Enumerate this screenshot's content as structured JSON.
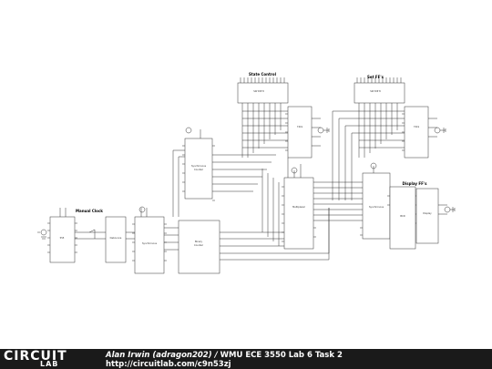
{
  "labels": {
    "manual_clock": "Manual Clock",
    "state_control": "State Control",
    "set_ff": "Set FF's",
    "display_ff": "Display FF's"
  },
  "footer": {
    "logo_text": "CIRCUIT",
    "logo_sub": "LAB",
    "author": "Alan Irwin (adragon202)",
    "separator": " / ",
    "title": "WMU ECE 3550 Lab 6 Task 2",
    "url": "http://circuitlab.com/c9n53zj"
  }
}
